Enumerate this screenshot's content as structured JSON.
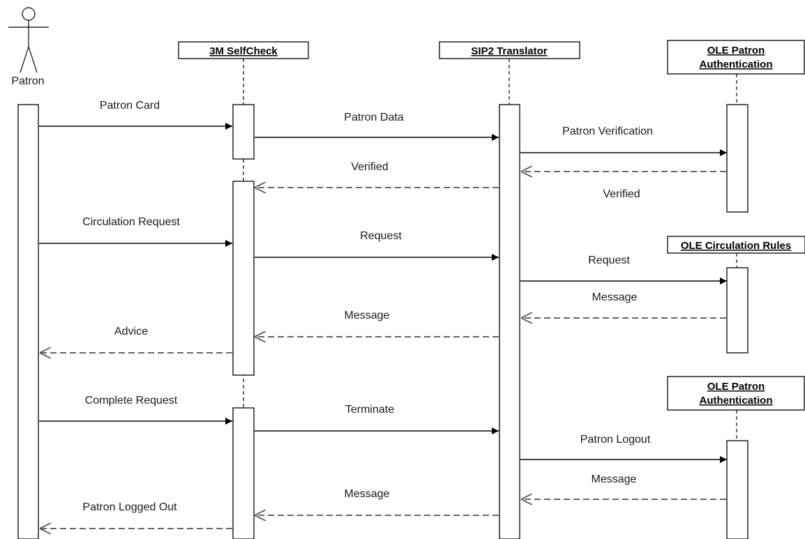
{
  "actor": {
    "label": "Patron"
  },
  "participants": [
    {
      "id": "selfcheck",
      "lines": [
        "3M SelfCheck"
      ]
    },
    {
      "id": "sip2",
      "lines": [
        "SIP2 Translator"
      ]
    },
    {
      "id": "auth1",
      "lines": [
        "OLE Patron",
        "Authentication"
      ]
    },
    {
      "id": "rules",
      "lines": [
        "OLE Circulation Rules"
      ]
    },
    {
      "id": "auth2",
      "lines": [
        "OLE Patron",
        "Authentication"
      ]
    }
  ],
  "messages": [
    {
      "label": "Patron Card",
      "kind": "call"
    },
    {
      "label": "Patron Data",
      "kind": "call"
    },
    {
      "label": "Patron Verification",
      "kind": "call"
    },
    {
      "label": "Verified",
      "kind": "return"
    },
    {
      "label": "Verified",
      "kind": "return"
    },
    {
      "label": "Circulation Request",
      "kind": "call"
    },
    {
      "label": "Request",
      "kind": "call"
    },
    {
      "label": "Request",
      "kind": "call"
    },
    {
      "label": "Message",
      "kind": "return"
    },
    {
      "label": "Message",
      "kind": "return"
    },
    {
      "label": "Advice",
      "kind": "return"
    },
    {
      "label": "Complete Request",
      "kind": "call"
    },
    {
      "label": "Terminate",
      "kind": "call"
    },
    {
      "label": "Patron Logout",
      "kind": "call"
    },
    {
      "label": "Message",
      "kind": "return"
    },
    {
      "label": "Message",
      "kind": "return"
    },
    {
      "label": "Patron Logged Out",
      "kind": "return"
    }
  ]
}
